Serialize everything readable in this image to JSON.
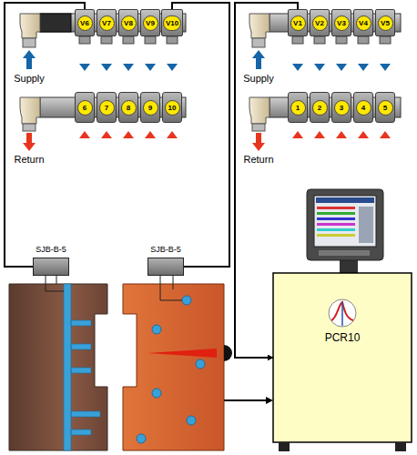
{
  "diagram": {
    "nodes": [
      {
        "text": [
          "V6"
        ]
      },
      {
        "text": [
          "V7"
        ]
      },
      {
        "text": [
          "V8"
        ]
      },
      {
        "text": [
          "V9"
        ]
      },
      {
        "text": [
          "V10"
        ]
      },
      {
        "text": [
          "V1"
        ]
      },
      {
        "text": [
          "V2"
        ]
      },
      {
        "text": [
          "V3"
        ]
      },
      {
        "text": [
          "V4"
        ]
      },
      {
        "text": [
          "V5"
        ]
      },
      {
        "text": [
          "6"
        ]
      },
      {
        "text": [
          "7"
        ]
      },
      {
        "text": [
          "8"
        ]
      },
      {
        "text": [
          "9"
        ]
      },
      {
        "text": [
          "10"
        ]
      },
      {
        "text": [
          "1"
        ]
      },
      {
        "text": [
          "2"
        ]
      },
      {
        "text": [
          "3"
        ]
      },
      {
        "text": [
          "4"
        ]
      },
      {
        "text": [
          "5"
        ]
      },
      {
        "text": [
          "SJB-B-5"
        ]
      },
      {
        "text": [
          "SJB-B-5"
        ]
      },
      {
        "text": [
          "PCR10"
        ]
      }
    ],
    "edges": [
      {
        "from": 20,
        "to": 0,
        "arrow": "none"
      },
      {
        "from": 21,
        "to": 4,
        "arrow": "none"
      },
      {
        "from": 5,
        "to": 22,
        "arrow": "to"
      }
    ],
    "labels": [
      "Supply",
      "Return",
      "Supply",
      "Return"
    ]
  }
}
